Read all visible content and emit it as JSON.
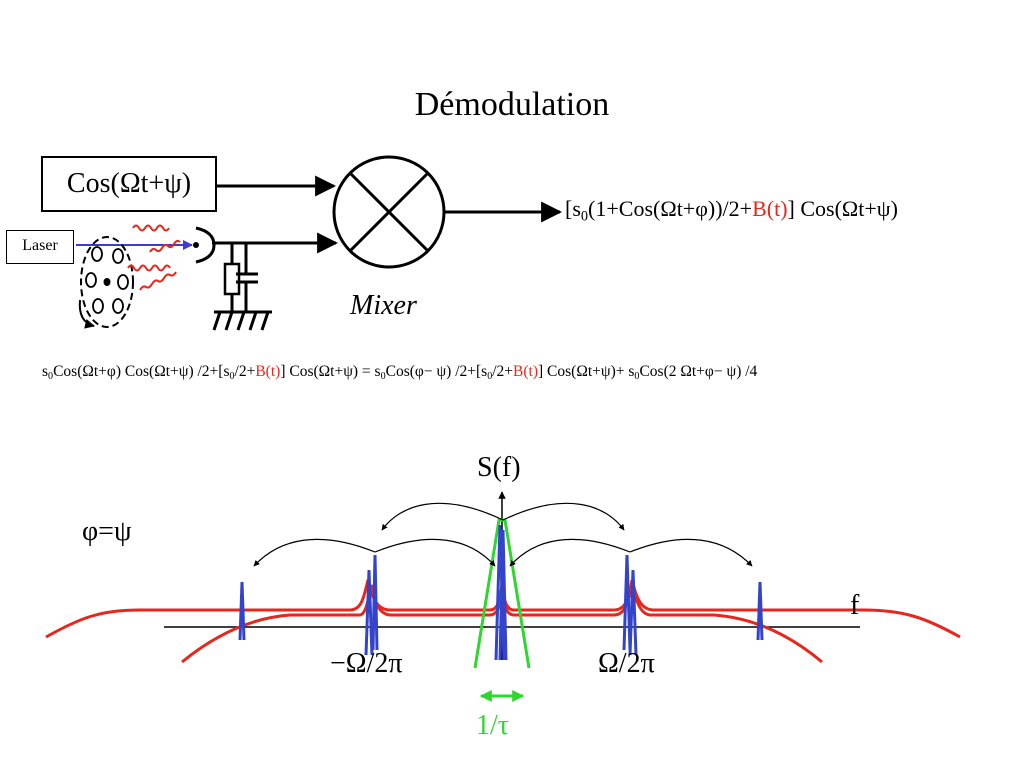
{
  "title": "Démodulation",
  "mixer_diagram": {
    "input_box": "Cos(Ωt+ψ)",
    "laser_box": "Laser",
    "mixer_label": "Mixer",
    "output": {
      "p1": "[s",
      "p1_sub": "0",
      "p2": "(1+Cos(Ωt+φ))/2+",
      "p3_red": "B(t)",
      "p4": "] Cos(Ωt+ψ)"
    },
    "colors": {
      "beam": "#3b3bd6",
      "scatter": "#e8271c"
    }
  },
  "equation": {
    "a1": "s",
    "a1_sub": "0",
    "a2": "Cos(Ωt+φ) Cos(Ωt+ψ) /2+[s",
    "a2_sub": "0",
    "a3": "/2+",
    "a3_red": "B(t)",
    "a4": "] Cos(Ωt+ψ) = s",
    "a4_sub": "0",
    "a5": "Cos(φ− ψ) /2+[s",
    "a5_sub": "0",
    "a6": "/2+",
    "a6_red": "B(t)",
    "a7": "] Cos(Ωt+ψ)+ s",
    "a7_sub": "0",
    "a8": "Cos(2 Ωt+φ− ψ) /4"
  },
  "spectrum": {
    "y_label": "S(f)",
    "x_label": "f",
    "condition": "φ=ψ",
    "neg_freq_label": "−Ω/2π",
    "pos_freq_label": "Ω/2π",
    "width_label": "1/τ",
    "colors": {
      "peaks": "#3344cc",
      "noise": "#e8271c",
      "envelope": "#2fd62f",
      "axis": "#000000"
    }
  }
}
